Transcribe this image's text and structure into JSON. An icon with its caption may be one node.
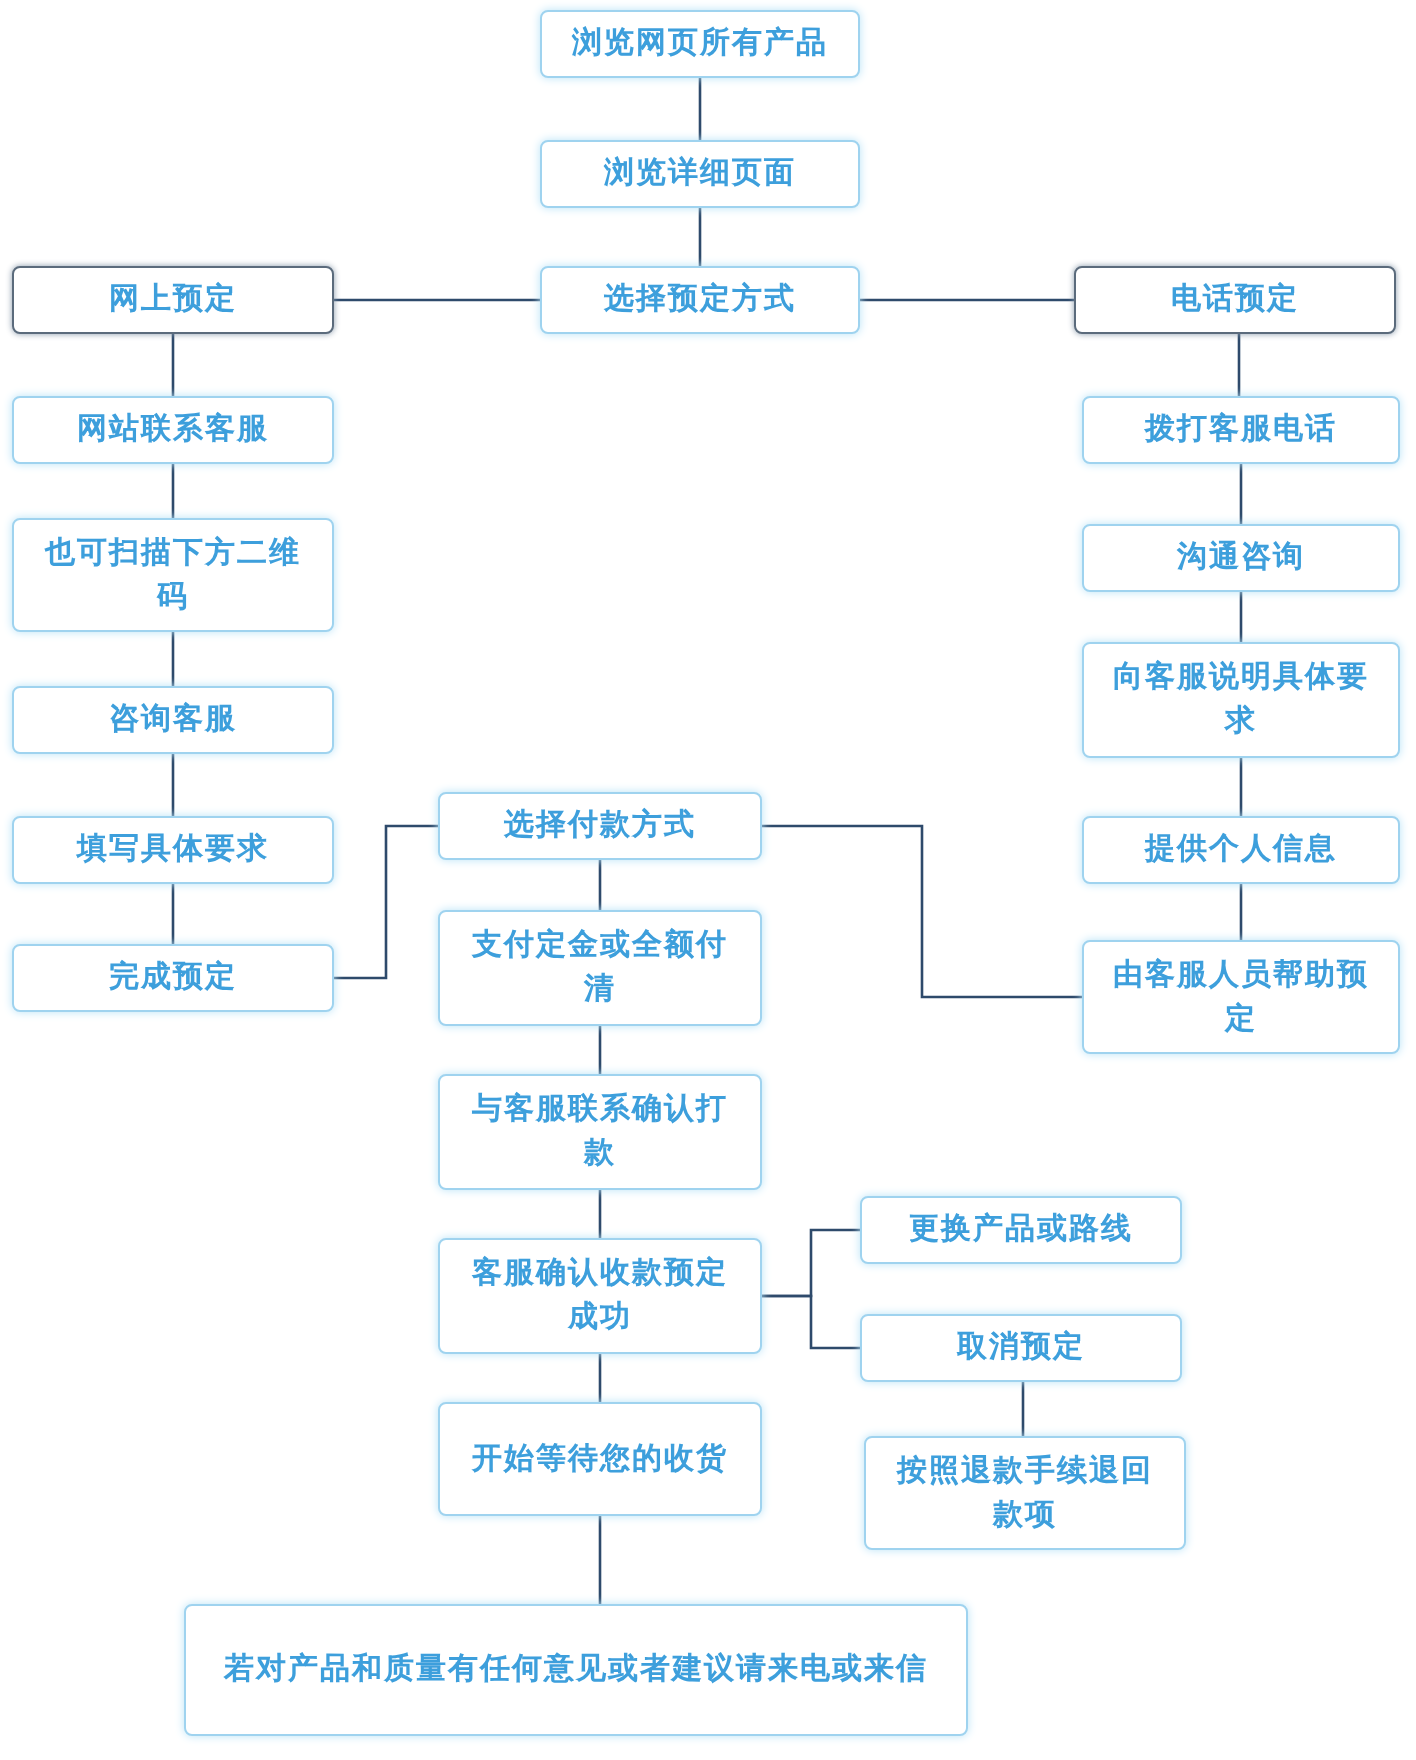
{
  "diagram": {
    "nodes": [
      {
        "text": [
          "浏览网页所有产品"
        ]
      },
      {
        "text": [
          "浏览详细页面"
        ]
      },
      {
        "text": [
          "选择预定方式"
        ]
      },
      {
        "text": [
          "网上预定"
        ]
      },
      {
        "text": [
          "电话预定"
        ]
      },
      {
        "text": [
          "网站联系客服"
        ]
      },
      {
        "text": [
          "也可扫描下方二维码"
        ]
      },
      {
        "text": [
          "咨询客服"
        ]
      },
      {
        "text": [
          "填写具体要求"
        ]
      },
      {
        "text": [
          "完成预定"
        ]
      },
      {
        "text": [
          "拨打客服电话"
        ]
      },
      {
        "text": [
          "沟通咨询"
        ]
      },
      {
        "text": [
          "向客服说明具体要求"
        ]
      },
      {
        "text": [
          "提供个人信息"
        ]
      },
      {
        "text": [
          "由客服人员帮助预定"
        ]
      },
      {
        "text": [
          "选择付款方式"
        ]
      },
      {
        "text": [
          "支付定金或全额付清"
        ]
      },
      {
        "text": [
          "与客服联系确认打款"
        ]
      },
      {
        "text": [
          "客服确认收款预定成功"
        ]
      },
      {
        "text": [
          "更换产品或路线"
        ]
      },
      {
        "text": [
          "取消预定"
        ]
      },
      {
        "text": [
          "按照退款手续退回款项"
        ]
      },
      {
        "text": [
          "开始等待您的收货"
        ]
      },
      {
        "text": [
          "若对产品和质量有任何意见或者建议请来电或来信"
        ]
      }
    ],
    "edges": [
      {
        "from": 0,
        "to": 1,
        "arrow": "none"
      },
      {
        "from": 1,
        "to": 2,
        "arrow": "none"
      },
      {
        "from": 2,
        "to": 3,
        "arrow": "none"
      },
      {
        "from": 2,
        "to": 4,
        "arrow": "none"
      },
      {
        "from": 3,
        "to": 5,
        "arrow": "none"
      },
      {
        "from": 5,
        "to": 6,
        "arrow": "none"
      },
      {
        "from": 6,
        "to": 7,
        "arrow": "none"
      },
      {
        "from": 7,
        "to": 8,
        "arrow": "none"
      },
      {
        "from": 8,
        "to": 9,
        "arrow": "none"
      },
      {
        "from": 4,
        "to": 10,
        "arrow": "none"
      },
      {
        "from": 10,
        "to": 11,
        "arrow": "none"
      },
      {
        "from": 11,
        "to": 12,
        "arrow": "none"
      },
      {
        "from": 12,
        "to": 13,
        "arrow": "none"
      },
      {
        "from": 13,
        "to": 14,
        "arrow": "none"
      },
      {
        "from": 9,
        "to": 15,
        "arrow": "none"
      },
      {
        "from": 14,
        "to": 15,
        "arrow": "none"
      },
      {
        "from": 15,
        "to": 16,
        "arrow": "none"
      },
      {
        "from": 16,
        "to": 17,
        "arrow": "none"
      },
      {
        "from": 17,
        "to": 18,
        "arrow": "none"
      },
      {
        "from": 18,
        "to": 19,
        "arrow": "none"
      },
      {
        "from": 18,
        "to": 20,
        "arrow": "none"
      },
      {
        "from": 20,
        "to": 21,
        "arrow": "none"
      },
      {
        "from": 18,
        "to": 22,
        "arrow": "none"
      },
      {
        "from": 22,
        "to": 23,
        "arrow": "none"
      }
    ]
  }
}
